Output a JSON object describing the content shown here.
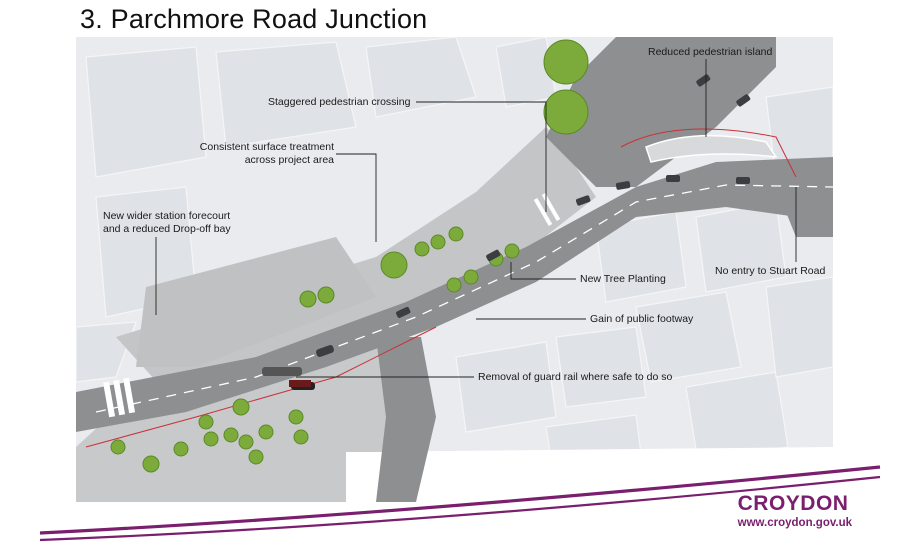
{
  "page": {
    "title": "3. Parchmore Road Junction"
  },
  "callouts": [
    {
      "id": "staggered-crossing",
      "text": "Staggered pedestrian crossing"
    },
    {
      "id": "reduced-island",
      "text": "Reduced pedestrian island"
    },
    {
      "id": "surface-treatment",
      "line1": "Consistent surface treatment",
      "line2": "across project area"
    },
    {
      "id": "forecourt",
      "line1": "New wider station forecourt",
      "line2": "and a reduced Drop-off bay"
    },
    {
      "id": "tree-planting",
      "text": "New Tree Planting"
    },
    {
      "id": "no-entry",
      "text": "No entry to Stuart Road"
    },
    {
      "id": "public-footway",
      "text": "Gain of public footway"
    },
    {
      "id": "guard-rail",
      "text": "Removal of guard rail where safe to do so"
    }
  ],
  "brand": {
    "name": "CROYDON",
    "url": "www.croydon.gov.uk"
  },
  "colors": {
    "brand": "#7a1e6e",
    "road": "#8c8d8f",
    "footway": "#c3c4c6",
    "buildings": "#e6e8ec",
    "trees": "#79a83a"
  }
}
